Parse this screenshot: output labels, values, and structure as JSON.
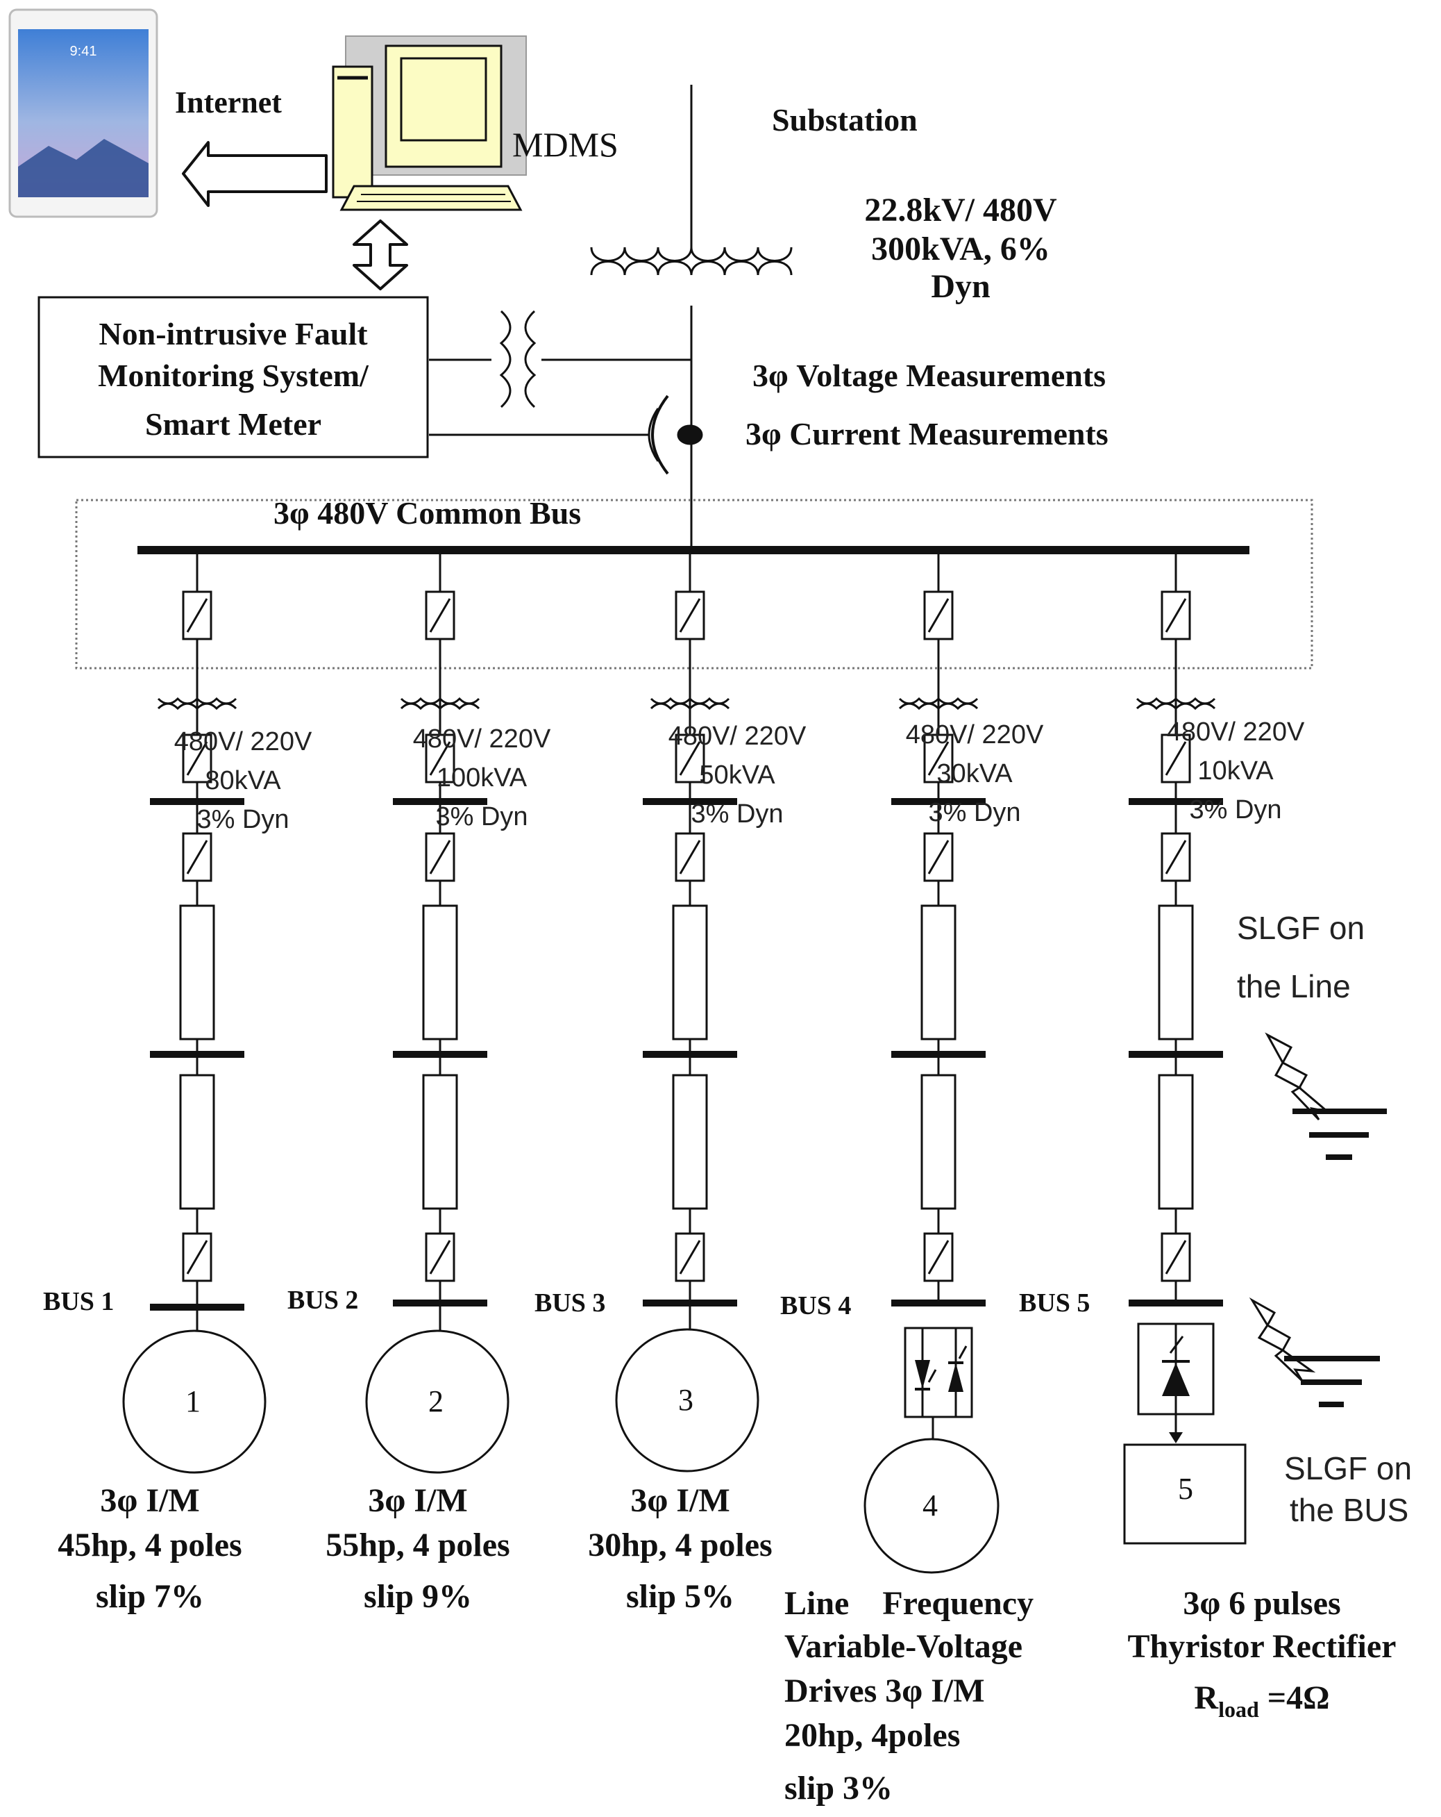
{
  "top": {
    "internet_label": "Internet",
    "mdms_label": "MDMS",
    "tablet_time": "9:41",
    "substation_label": "Substation",
    "transformer": [
      "22.8kV/ 480V",
      "300kVA, 6%",
      "Dyn"
    ],
    "nifms": [
      "Non-intrusive Fault",
      "Monitoring System/",
      "Smart Meter"
    ],
    "voltage_meas": "3φ Voltage Measurements",
    "current_meas": "3φ Current Measurements",
    "common_bus": "3φ 480V Common Bus"
  },
  "feeders": [
    {
      "transformer": [
        "480V/ 220V",
        "80kVA",
        "3% Dyn"
      ],
      "bus": "BUS 1",
      "load_number": "1",
      "description": [
        "3φ I/M",
        "45hp, 4 poles",
        "slip 7%"
      ]
    },
    {
      "transformer": [
        "480V/ 220V",
        "100kVA",
        "3% Dyn"
      ],
      "bus": "BUS 2",
      "load_number": "2",
      "description": [
        "3φ I/M",
        "55hp, 4 poles",
        "slip 9%"
      ]
    },
    {
      "transformer": [
        "480V/ 220V",
        "50kVA",
        "3% Dyn"
      ],
      "bus": "BUS 3",
      "load_number": "3",
      "description": [
        "3φ I/M",
        "30hp, 4 poles",
        "slip 5%"
      ]
    },
    {
      "transformer": [
        "480V/ 220V",
        "30kVA",
        "3% Dyn"
      ],
      "bus": "BUS 4",
      "load_number": "4",
      "description": [
        "Line    Frequency",
        "Variable-Voltage",
        "Drives 3φ I/M",
        "20hp, 4poles",
        "slip 3%"
      ]
    },
    {
      "transformer": [
        "480V/ 220V",
        "10kVA",
        "3% Dyn"
      ],
      "bus": "BUS 5",
      "load_number": "5",
      "description": [
        "3φ 6 pulses",
        "Thyristor Rectifier",
        "R",
        "load",
        " =4Ω"
      ]
    }
  ],
  "faults": {
    "line": [
      "SLGF on",
      "the Line"
    ],
    "bus": [
      "SLGF on",
      "the BUS"
    ]
  }
}
